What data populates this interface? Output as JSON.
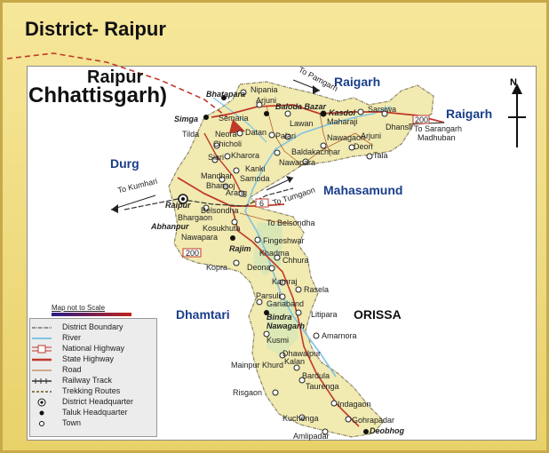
{
  "title": "District- Raipur",
  "subtitle_line1": "Raipur",
  "subtitle_line2": "Chhattisgarh)",
  "north": "N",
  "scale_note": "Map not to Scale",
  "regions": {
    "raigarh_top": "Raigarh",
    "raigarh_right": "Raigarh",
    "durg": "Durg",
    "mahasamund": "Mahasamund",
    "dhamtari": "Dhamtari",
    "orissa": "ORISSA"
  },
  "towns": {
    "nipania": "Nipania",
    "bhatapara": "Bhatapara",
    "arjuni": "Arjuni",
    "baloda_bazar": "Baloda Bazar",
    "kasdol": "Kasdol",
    "sarsiwa": "Sarsiwa",
    "simga": "Simga",
    "semaria": "Semaria",
    "lawan": "Lawan",
    "maharaji": "Maharaji",
    "dhansir": "Dhansir",
    "madhuban": "Madhuban",
    "tilda": "Tilda",
    "neora": "Neora",
    "datan": "Datan",
    "palari": "Palari",
    "nawagaon": "Nawagaon",
    "arjuni2": "Arjuni",
    "deori": "Deori",
    "chicholi": "Chicholi",
    "baldakachhar": "Baldakachhar",
    "tala": "Tala",
    "siari": "Siari",
    "kharora": "Kharora",
    "nawapara": "Nawapara",
    "kanki": "Kanki",
    "mandhar": "Mandhar",
    "samoda": "Samoda",
    "bhansoj": "Bhansoj",
    "arang": "Arang",
    "raipur": "Raipur",
    "belsondha": "Belsondha",
    "bhargaon": "Bhargaon",
    "abhanpur": "Abhanpur",
    "kosukhuta": "Kosukhuta",
    "to_belsondha": "To Belsondha",
    "nawapara2": "Nawapara",
    "fingeshwar": "Fingeshwar",
    "rajim": "Rajim",
    "khadma": "Khadma",
    "chhura": "Chhura",
    "kopra": "Kopra",
    "deona": "Deona",
    "kamraj": "Kamraj",
    "rasela": "Rasela",
    "parsuli": "Parsuli",
    "gariaband": "Gariaband",
    "bindra_nawagarh": "Bindra Nawagarh",
    "litipara": "Litipara",
    "kusmi": "Kusmi",
    "amarnora": "Amarnora",
    "dhawalpur": "Dhawalpur",
    "kalan": "Kalan",
    "mainpur_khurd": "Mainpur Khurd",
    "bardula": "Bardula",
    "taurenga": "Taurenga",
    "risgaon": "Risgaon",
    "indagaon": "Indagaon",
    "kuchenga": "Kuchenga",
    "gohrapadar": "Gohrapadar",
    "deobhog": "Deobhog",
    "amlipadar": "Amlipadar"
  },
  "roads": {
    "to_pamgarh": "To Pamgarh",
    "to_sarangarh": "To Sarangarh",
    "to_kumhari": "To Kumhari",
    "to_tumgaon": "To Tumgaon",
    "nh200_a": "200",
    "nh200_b": "200",
    "nh6": "6"
  },
  "legend": [
    {
      "label": "District Boundary",
      "symbol": "district-boundary"
    },
    {
      "label": "River",
      "symbol": "river"
    },
    {
      "label": "National Highway",
      "symbol": "national-highway"
    },
    {
      "label": "State Highway",
      "symbol": "state-highway"
    },
    {
      "label": "Road",
      "symbol": "road"
    },
    {
      "label": "Railway Track",
      "symbol": "railway"
    },
    {
      "label": "Trekking Routes",
      "symbol": "trekking"
    },
    {
      "label": "District Headquarter",
      "symbol": "district-hq"
    },
    {
      "label": "Taluk Headquarter",
      "symbol": "taluk-hq"
    },
    {
      "label": "Town",
      "symbol": "town"
    }
  ],
  "colors": {
    "frame": "#efd77a",
    "district_fill": "#f1eab1",
    "river": "#7fc3e2",
    "state_highway": "#c0392b",
    "region_label": "#1a3d8a"
  }
}
